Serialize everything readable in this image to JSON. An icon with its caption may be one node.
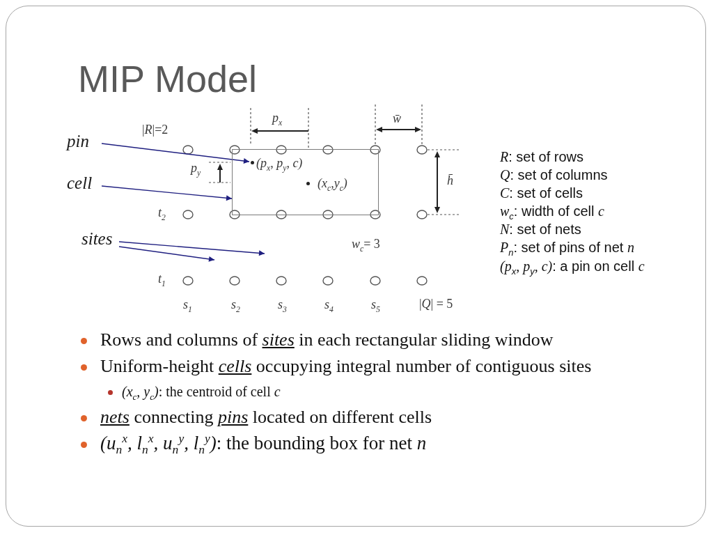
{
  "diagram": {
    "title": "MIP Model",
    "nodes": [
      {
        "text": [
          "pin"
        ]
      },
      {
        "text": [
          "cell"
        ]
      },
      {
        "text": [
          "sites"
        ]
      },
      {
        "text": [],
        "shape": "box"
      },
      {
        "text": [],
        "shape": "circle",
        "beside": [
          "(p$_{x}$, p$_{y}$, c)"
        ],
        "in": 3
      },
      {
        "text": [],
        "shape": "circle",
        "beside": [
          "(x$_{c}$,y$_{c}$)"
        ],
        "in": 3
      }
    ],
    "edges": [
      {
        "from": 0,
        "to": 4,
        "arrow": "to"
      },
      {
        "from": 1,
        "to": 3,
        "arrow": "to"
      },
      {
        "from": 2,
        "to": null,
        "arrow": "to"
      },
      {
        "from": 2,
        "to": null,
        "arrow": "to"
      }
    ],
    "labels": [
      "|*R*|=2",
      "p$_{x}$",
      "w̄",
      "p$_{y}$",
      "h̄",
      "t$_{2}$",
      "*w*$_{c}$= 3",
      "t$_{1}$",
      "s$_{1}$",
      "s$_{2}$",
      "s$_{3}$",
      "s$_{4}$",
      "s$_{5}$",
      "|*Q*| = 5",
      "*R*: set of rows",
      "*Q*: set of columns",
      "*C*: set of cells",
      "*w*$_{c}$: width of cell *c*",
      "*N*: set of nets",
      "*P*$_{n}$: set of pins of net *n*",
      "*(p*$_{x}$*, p*$_{y}$*, c)*: a pin on cell *c*",
      "Rows and columns of *sites* in each rectangular sliding window",
      "Uniform-height *cells* occupying integral number of contiguous sites",
      "*(x*$_{c}$*, y*$_{c}$*)*: the centroid of cell *c*",
      "*nets* connecting *pins* located on different cells",
      "*(u*$_{n}$$^{x}$*, l*$_{n}$$^{x}$*, u*$_{n}$$^{y}$*, l*$_{n}$$^{y}$*)*: the bounding box for net *n*"
    ]
  }
}
